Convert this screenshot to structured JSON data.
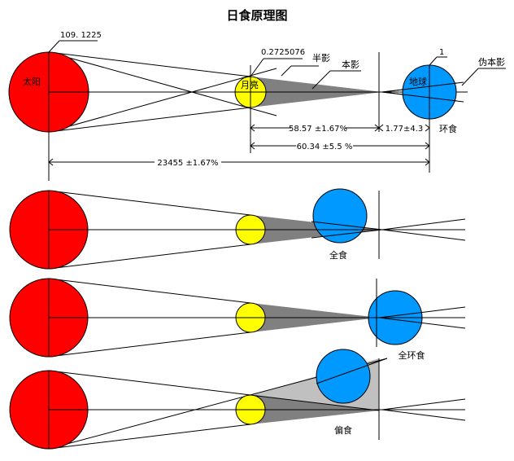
{
  "title": "日食原理图",
  "colors": {
    "sun": "#ff0000",
    "moon": "#ffff00",
    "earth": "#0099ff",
    "umbra": "#808080",
    "penumbra": "#c0c0c0",
    "line": "#000000",
    "background": "#ffffff"
  },
  "top_panel": {
    "sun_label": "太阳",
    "moon_label": "月亮",
    "earth_label": "地球",
    "sun_radius_value": "109. 1225",
    "moon_radius_value": "0.2725076",
    "earth_radius_value": "1",
    "penumbra_label": "半影",
    "umbra_label": "本影",
    "antumbra_label": "伪本影",
    "eclipse_type": "环食",
    "dim_moon_to_umbra_tip": "58.57 ±1.67%",
    "dim_tip_to_earth": "1.77±4.3",
    "dim_moon_to_earth": "60.34 ±5.5 %",
    "dim_sun_to_earth": "23455 ±1.67%"
  },
  "panels": [
    {
      "eclipse_type": "全食"
    },
    {
      "eclipse_type": "全环食"
    },
    {
      "eclipse_type": "偏食"
    }
  ]
}
